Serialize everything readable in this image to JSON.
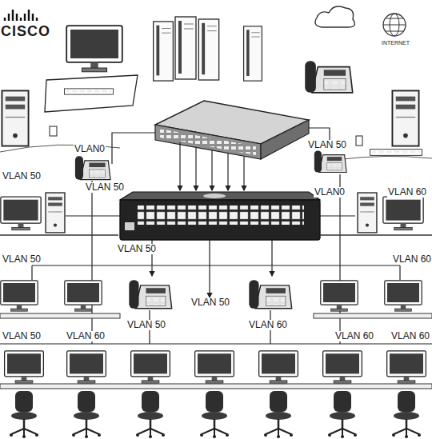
{
  "diagram": {
    "labels": [
      "CISCO",
      "INTERNET",
      "VLAN0",
      "VLAN 50",
      "VLAN 50",
      "VLAN 50",
      "VLAN0",
      "VLAN 60",
      "VLAN 50",
      "VLAN 50",
      "VLAN 60",
      "VLAN 50",
      "VLAN 50",
      "VLAN 60",
      "VLAN 50",
      "VLAN 60",
      "VLAN 60",
      "VLAN 60"
    ]
  }
}
